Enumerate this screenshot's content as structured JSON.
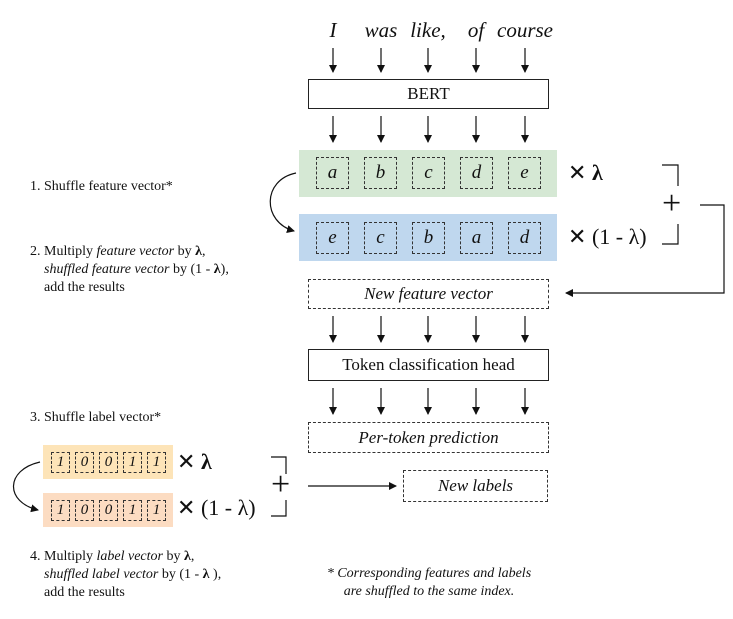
{
  "input_tokens": [
    "I",
    "was",
    "like,",
    "of",
    "course"
  ],
  "bert_label": "BERT",
  "feature_vector": [
    "a",
    "b",
    "c",
    "d",
    "e"
  ],
  "shuffled_feature_vector": [
    "e",
    "c",
    "b",
    "a",
    "d"
  ],
  "colors": {
    "feature_band": "#d5e8d4",
    "shuffled_band": "#bfd7ee",
    "label_band": "#fde4b8",
    "shuffled_label_band": "#fcdcc2"
  },
  "mult_lambda": "λ",
  "mult_one_minus_lambda": "(1 - λ)",
  "new_feature_vector": "New feature vector",
  "token_head": "Token classification head",
  "per_token_prediction": "Per-token prediction",
  "new_labels": "New labels",
  "label_vector": [
    "1",
    "0",
    "0",
    "1",
    "1"
  ],
  "shuffled_label_vector": [
    "1",
    "0",
    "0",
    "1",
    "1"
  ],
  "notes": {
    "step1": "1. Shuffle feature vector*",
    "step2_prefix": "2. Multiply ",
    "step2_feature_vector": "feature vector",
    "step2_by": " by ",
    "step2_lambda": "λ",
    "step2_comma": ",",
    "step2_shuffled": "shuffled feature vector",
    "step2_by2": " by (1 - ",
    "step2_close": "),",
    "step2_add": "add the results",
    "step3": "3. Shuffle label vector*",
    "step4_prefix": "4. Multiply ",
    "step4_label_vector": "label vector",
    "step4_by": " by ",
    "step4_comma": ",",
    "step4_shuffled": "shuffled label vector",
    "step4_by2": " by (1 - ",
    "step4_close": " ),",
    "step4_add": "add the results"
  },
  "footnote_line1": "* Corresponding features and labels",
  "footnote_line2": "are shuffled to the same index."
}
